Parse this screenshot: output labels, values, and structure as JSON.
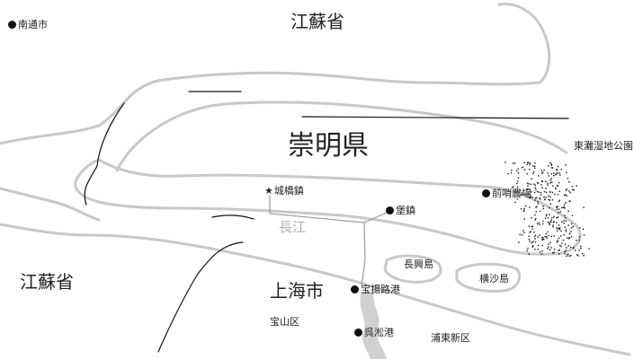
{
  "map": {
    "title": "崇明県",
    "places": {
      "nantong": "南通市",
      "jiangsu_top": "江蘇省",
      "jiangsu_left": "江蘇省",
      "dongtan": "東灘湿地公園",
      "chengqiao": "城橋鎮",
      "baozhen": "堡鎮",
      "qianshao": "前哨農場",
      "changjiang": "長江",
      "changxing": "長興島",
      "hengsha": "横沙島",
      "shanghai": "上海市",
      "baoyang": "宝揚路港",
      "baoshan": "宝山区",
      "wusong": "呉淞港",
      "pudong": "浦東新区"
    },
    "colors": {
      "coast": "#c8c8c8",
      "river": "#d0d0d0",
      "ink": "#111111",
      "route": "#9a9a9a",
      "muted_text": "#b0b0b0"
    },
    "icons": {
      "town_marker": "black-dot",
      "capital_marker": "star"
    }
  }
}
